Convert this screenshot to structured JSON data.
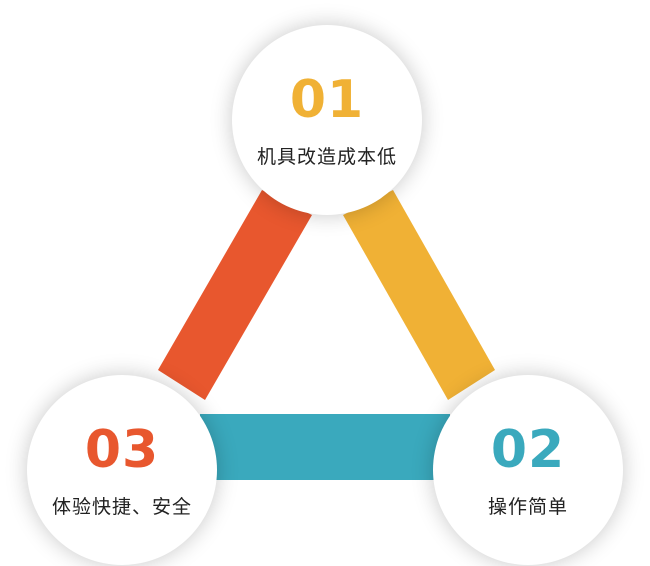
{
  "nodes": [
    {
      "number": "01",
      "label": "机具改造成本低",
      "color": "#F0B135"
    },
    {
      "number": "02",
      "label": "操作简单",
      "color": "#3AA9BD"
    },
    {
      "number": "03",
      "label": "体验快捷、安全",
      "color": "#E8572E"
    }
  ],
  "bands": {
    "left": "#E8572E",
    "right": "#F0B135",
    "bottom": "#3AA9BD"
  }
}
